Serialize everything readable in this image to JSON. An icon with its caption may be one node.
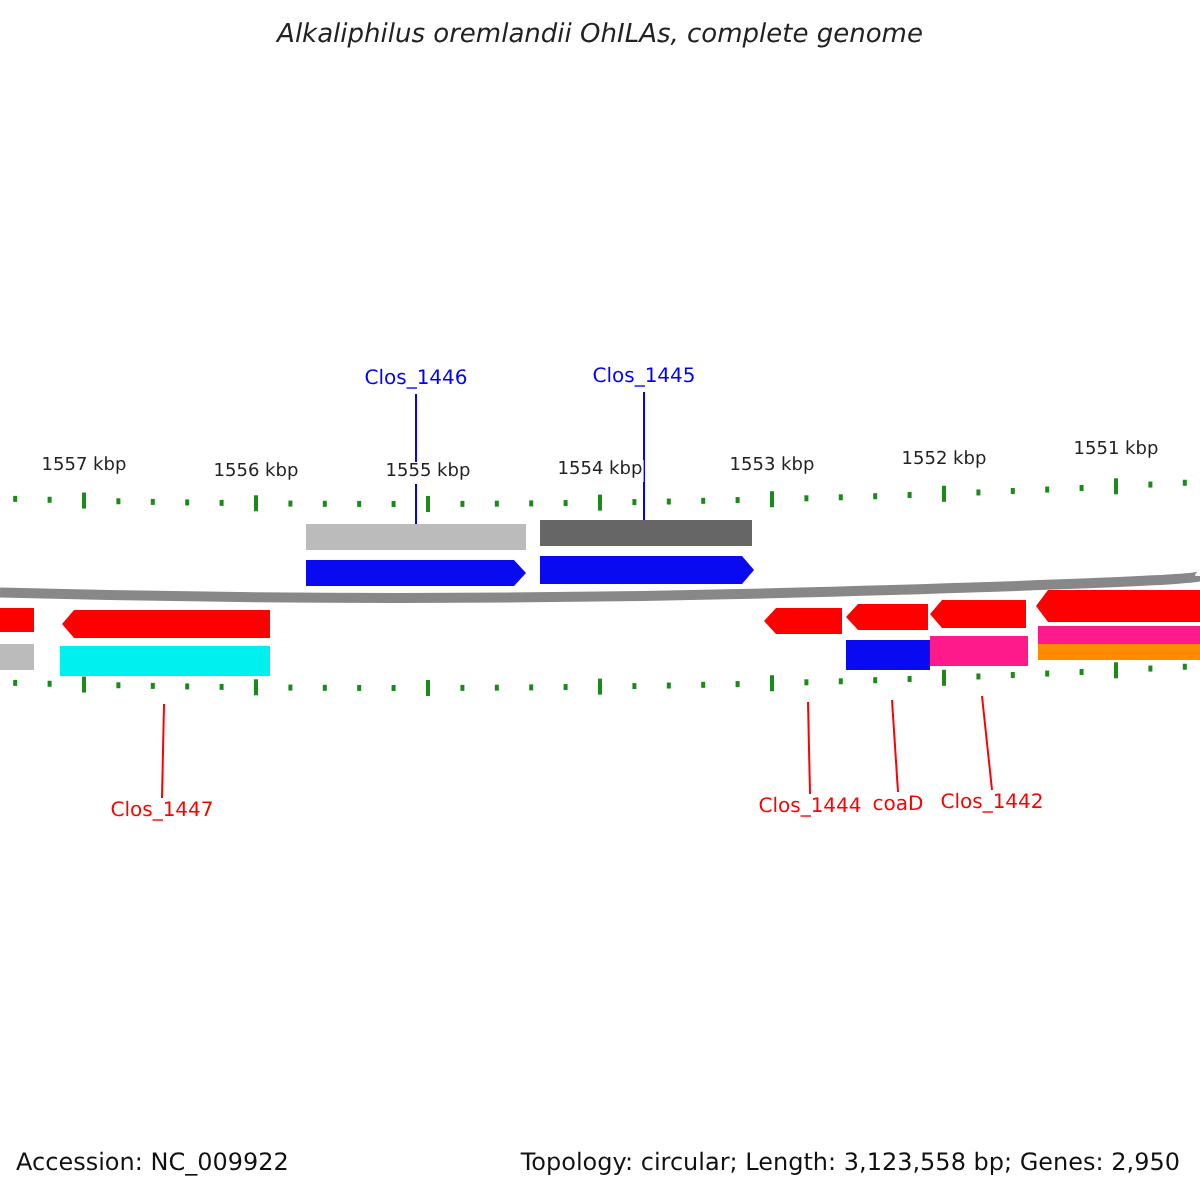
{
  "diagram": {
    "title": "Alkaliphilus oremlandii OhILAs, complete genome",
    "nodes": [
      {
        "text": [
          "Clos_1446"
        ]
      },
      {
        "text": [
          "Clos_1445"
        ]
      },
      {
        "text": [
          "Clos_1447"
        ]
      },
      {
        "text": [
          "Clos_1444"
        ]
      },
      {
        "text": [
          "coaD"
        ]
      },
      {
        "text": [
          "Clos_1442"
        ]
      },
      {
        "text": [],
        "shape": "bar"
      },
      {
        "text": [],
        "shape": "bar"
      }
    ],
    "edges": [
      {
        "from": 0,
        "to": 6,
        "arrow": "none",
        "color": "#0000ff"
      },
      {
        "from": 1,
        "to": 7,
        "arrow": "none",
        "color": "#0000ff"
      },
      {
        "from": 2,
        "to": null,
        "arrow": "none"
      },
      {
        "from": 3,
        "to": null,
        "arrow": "none"
      },
      {
        "from": 4,
        "to": null,
        "arrow": "none"
      },
      {
        "from": 5,
        "to": null,
        "arrow": "none"
      }
    ],
    "labels": [
      "1557 kbp",
      "1556 kbp",
      "1555 kbp",
      "1554 kbp",
      "1553 kbp",
      "1552 kbp",
      "1551 kbp",
      "Accession: NC_009922",
      "Topology: circular; Length: 3,123,558 bp; Genes: 2,950"
    ]
  }
}
